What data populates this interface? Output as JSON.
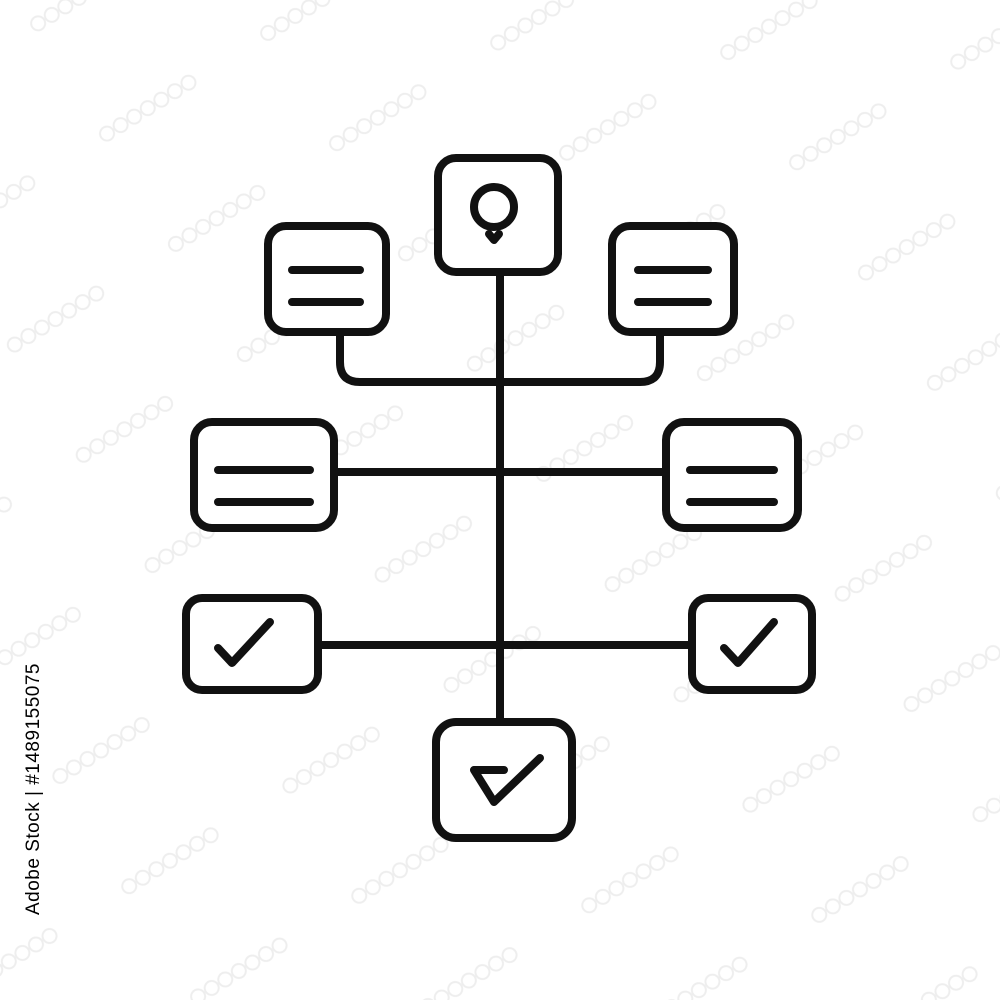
{
  "image": {
    "stock_id": "Adobe Stock | #1489155075",
    "watermark_text": "Adobe Stock"
  },
  "colors": {
    "stroke": "#111111",
    "background": "#ffffff",
    "watermark": "#ececec"
  },
  "diagram": {
    "nodes": [
      {
        "name": "root-node",
        "icon": "location-pin-icon"
      },
      {
        "name": "upper-left-node",
        "icon": "text-lines-icon"
      },
      {
        "name": "upper-right-node",
        "icon": "text-lines-icon"
      },
      {
        "name": "middle-left-node",
        "icon": "text-lines-icon"
      },
      {
        "name": "middle-right-node",
        "icon": "text-lines-icon"
      },
      {
        "name": "lower-left-node",
        "icon": "checkmark-icon"
      },
      {
        "name": "lower-right-node",
        "icon": "checkmark-icon"
      },
      {
        "name": "end-node",
        "icon": "checkmark-icon"
      }
    ]
  }
}
